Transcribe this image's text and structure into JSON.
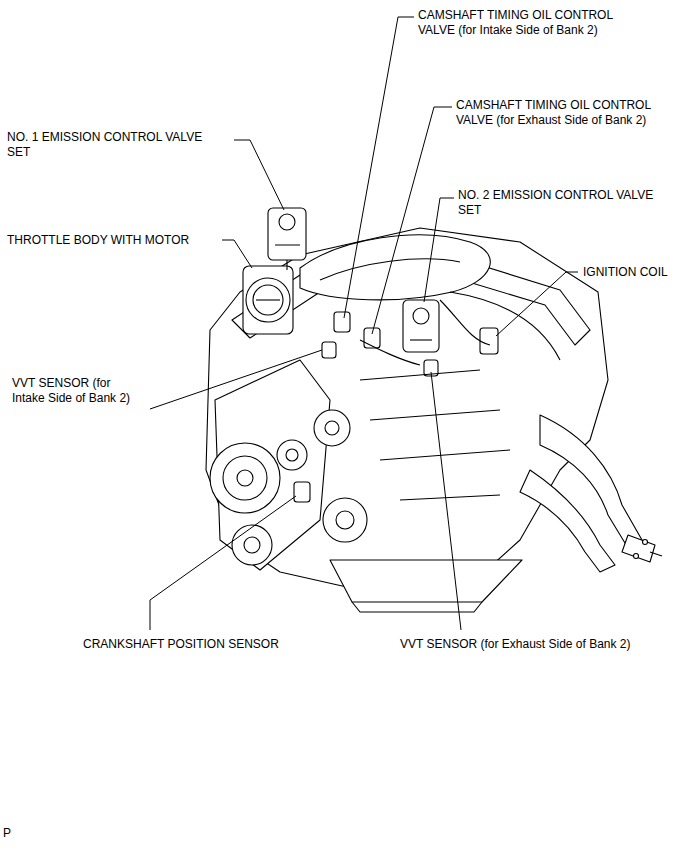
{
  "diagram": {
    "labels": [
      "CAMSHAFT TIMING OIL CONTROL VALVE (for Intake Side of Bank 2)",
      "CAMSHAFT TIMING OIL CONTROL VALVE (for Exhaust Side of Bank 2)",
      "NO. 1 EMISSION CONTROL VALVE SET",
      "NO. 2 EMISSION CONTROL VALVE SET",
      "THROTTLE BODY WITH MOTOR",
      "IGNITION COIL",
      "VVT SENSOR (for Intake Side of Bank 2)",
      "CRANKSHAFT POSITION SENSOR",
      "VVT SENSOR (for Exhaust Side of Bank 2)",
      "P"
    ]
  }
}
